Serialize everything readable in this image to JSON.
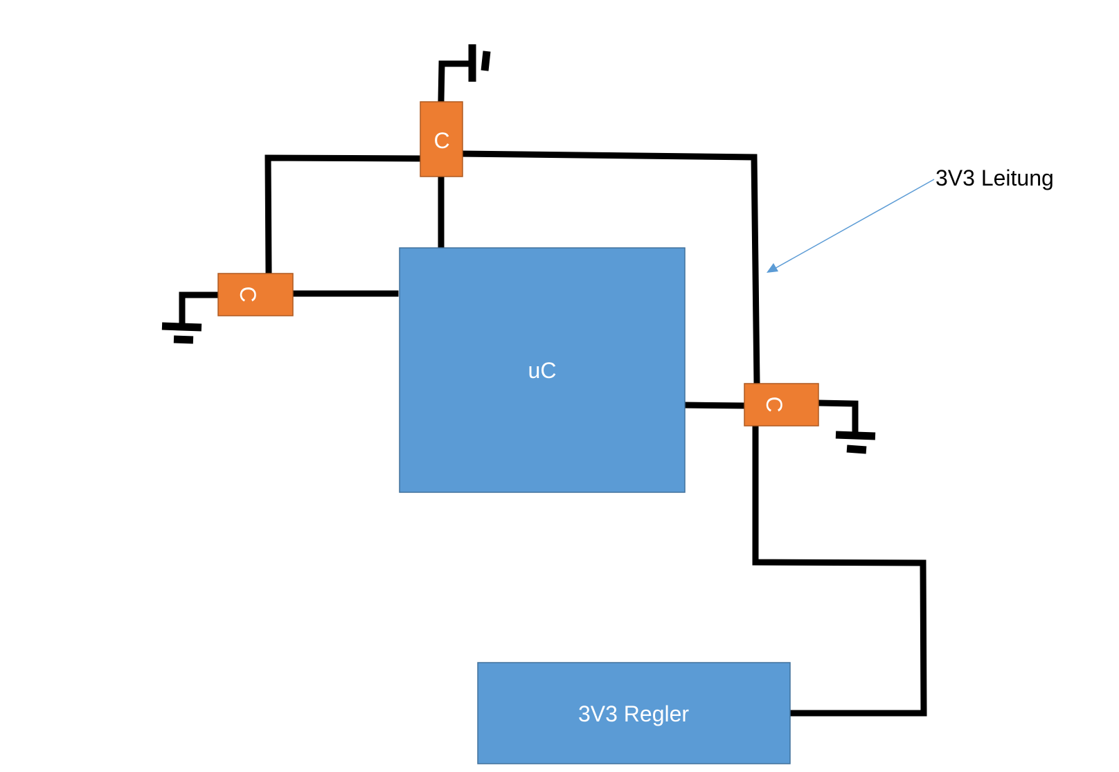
{
  "diagram": {
    "blocks": {
      "uc": {
        "label": "uC"
      },
      "regler": {
        "label": "3V3 Regler"
      }
    },
    "capacitors": [
      {
        "label": "C"
      },
      {
        "label": "C"
      },
      {
        "label": "C"
      }
    ],
    "annotation": {
      "label": "3V3 Leitung"
    },
    "colors": {
      "block": "#5b9bd5",
      "block_border": "#41719c",
      "capacitor": "#ed7d31",
      "capacitor_border": "#ae5a21",
      "wire": "#000000",
      "arrow": "#5b9bd5"
    },
    "icons": [
      "ground-symbol",
      "ground-symbol",
      "ground-symbol",
      "arrow-pointer"
    ]
  }
}
